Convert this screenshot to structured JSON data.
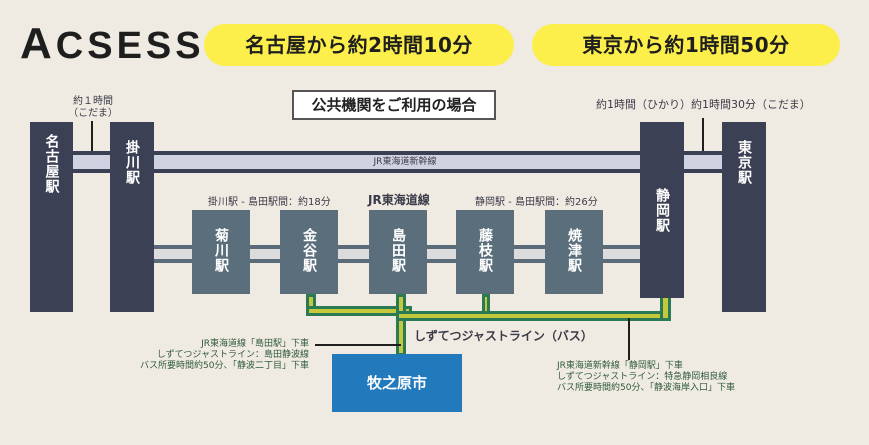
{
  "header": {
    "logo_first": "A",
    "logo_rest": "CSESS",
    "from_nagoya": "名古屋から約2時間10分",
    "from_tokyo": "東京から約1時間50分"
  },
  "diagram": {
    "title": "公共機関をご利用の場合",
    "shinkansen_label": "JR東海道新幹線",
    "tokaido_label": "JR東海道線",
    "note_nagoya_kakegawa_1": "約１時間",
    "note_nagoya_kakegawa_2": "（こだま）",
    "note_shizuoka_tokyo": "約1時間（ひかり）約1時間30分（こだま）",
    "note_kakegawa_shimada": "掛川駅 - 島田駅間：約18分",
    "note_shizuoka_shimada": "静岡駅 - 島田駅間：約26分",
    "bus_label": "しずてつジャストライン（バス）",
    "stations": [
      {
        "name": "名古屋駅",
        "line": "shinkansen"
      },
      {
        "name": "掛川駅",
        "line": "shinkansen"
      },
      {
        "name": "菊川駅",
        "line": "tokaido"
      },
      {
        "name": "金谷駅",
        "line": "tokaido"
      },
      {
        "name": "島田駅",
        "line": "tokaido"
      },
      {
        "name": "藤枝駅",
        "line": "tokaido"
      },
      {
        "name": "焼津駅",
        "line": "tokaido"
      },
      {
        "name": "静岡駅",
        "line": "shinkansen"
      },
      {
        "name": "東京駅",
        "line": "shinkansen"
      }
    ],
    "route_left": [
      "JR東海道線「島田駅」下車",
      "しずてつジャストライン：島田静波線",
      "バス所要時間約50分、「静波二丁目」下車"
    ],
    "route_right": [
      "JR東海道新幹線「静岡駅」下車",
      "しずてつジャストライン：特急静岡相良線",
      "バス所要時間約50分、「静波海岸入口」下車"
    ],
    "destination": "牧之原市"
  },
  "colors": {
    "background": "#f0ebe2",
    "highlight_yellow": "#fcee4b",
    "shinkansen_station": "#3c4054",
    "local_station": "#5a6e7c",
    "bus_line": "#c4c83a",
    "bus_line_border": "#2a7a55",
    "destination": "#2279bc"
  }
}
